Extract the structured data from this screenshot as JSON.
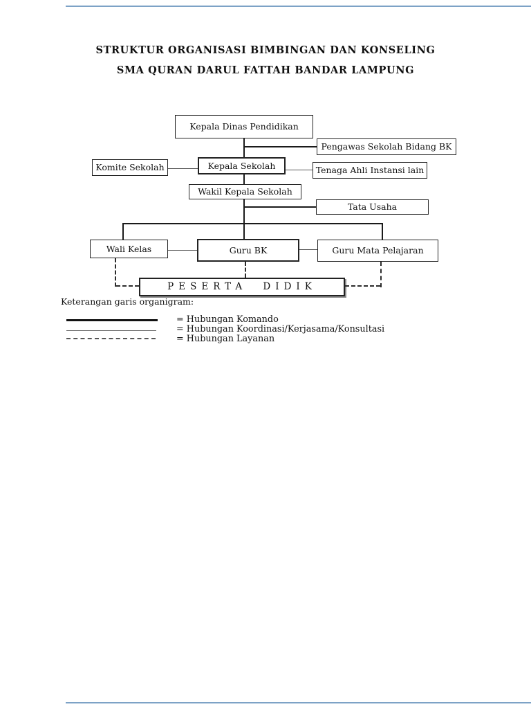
{
  "title": {
    "line1": "STRUKTUR ORGANISASI BIMBINGAN DAN KONSELING",
    "line2": "SMA QURAN DARUL FATTAH BANDAR LAMPUNG"
  },
  "nodes": {
    "kepala_dinas": "Kepala Dinas Pendidikan",
    "pengawas": "Pengawas Sekolah Bidang BK",
    "komite": "Komite Sekolah",
    "kepala_sekolah": "Kepala Sekolah",
    "tenaga_ahli": "Tenaga Ahli Instansi lain",
    "wakil_kepala": "Wakil Kepala Sekolah",
    "tata_usaha": "Tata Usaha",
    "wali_kelas": "Wali Kelas",
    "guru_bk": "Guru BK",
    "guru_mapel": "Guru Mata Pelajaran",
    "peserta_didik": "PESERTA DIDIK"
  },
  "legend": {
    "heading": "Keterangan garis organigram:",
    "items": [
      {
        "style": "solid-thick",
        "label": "= Hubungan Komando"
      },
      {
        "style": "solid-thin",
        "label": "= Hubungan Koordinasi/Kerjasama/Konsultasi"
      },
      {
        "style": "dashed",
        "label": "= Hubungan Layanan"
      }
    ]
  },
  "colors": {
    "line": "#1a1a1a",
    "page_divider": "#7da2c6"
  }
}
